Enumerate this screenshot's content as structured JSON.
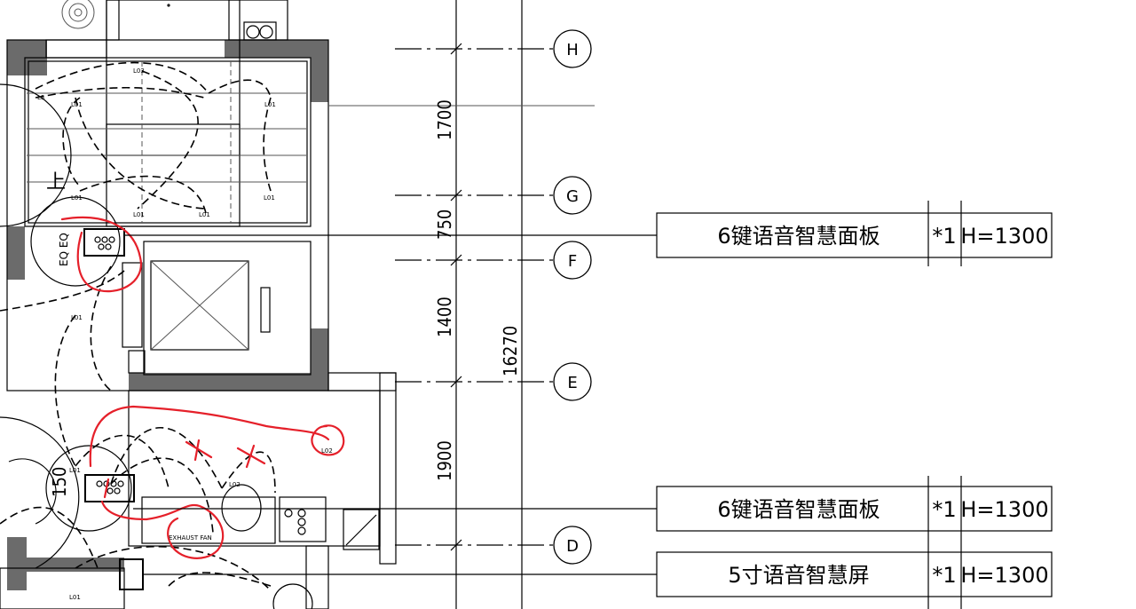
{
  "grid_axes": [
    {
      "label": "H"
    },
    {
      "label": "G"
    },
    {
      "label": "F"
    },
    {
      "label": "E"
    },
    {
      "label": "D"
    }
  ],
  "dimensions": {
    "segments": [
      "1700",
      "750",
      "1400",
      "1900"
    ],
    "total": "16270",
    "small": "150"
  },
  "room_labels": {
    "up_arrow": "上",
    "eq": "EQ EQ",
    "exhaust": "EXHAUST FAN"
  },
  "fixture_labels": [
    "L01",
    "L01",
    "L01",
    "L01",
    "L01",
    "L01",
    "L01",
    "L01",
    "L02",
    "L01",
    "L02",
    "L03",
    "L3"
  ],
  "legend": [
    {
      "name": "6键语音智慧面板",
      "qty": "*1",
      "height": "H=1300"
    },
    {
      "name": "6键语音智慧面板",
      "qty": "*1",
      "height": "H=1300"
    },
    {
      "name": "5寸语音智慧屏",
      "qty": "*1",
      "height": "H=1300"
    }
  ]
}
